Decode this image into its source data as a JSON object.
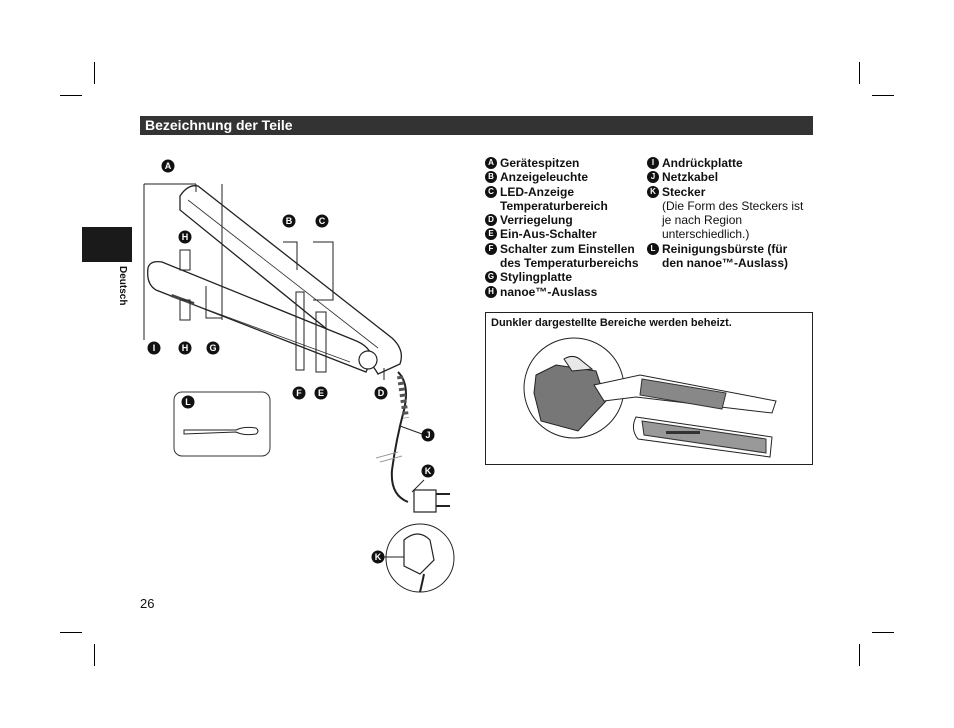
{
  "header": {
    "title": "Bezeichnung der Teile"
  },
  "side_tab": {
    "label": "Deutsch"
  },
  "page_number": "26",
  "parts_left": [
    {
      "letter": "A",
      "label": "Gerätespitzen"
    },
    {
      "letter": "B",
      "label": "Anzeigeleuchte"
    },
    {
      "letter": "C",
      "label": "LED-Anzeige",
      "label2": "Temperaturbereich"
    },
    {
      "letter": "D",
      "label": "Verriegelung"
    },
    {
      "letter": "E",
      "label": "Ein-Aus-Schalter"
    },
    {
      "letter": "F",
      "label": "Schalter zum Einstellen",
      "label2": "des Temperaturbereichs"
    },
    {
      "letter": "G",
      "label": "Stylingplatte"
    },
    {
      "letter": "H",
      "label": "nanoe™-Auslass"
    }
  ],
  "parts_right": [
    {
      "letter": "I",
      "label": "Andrückplatte"
    },
    {
      "letter": "J",
      "label": "Netzkabel"
    },
    {
      "letter": "K",
      "label": "Stecker",
      "note1": "(Die Form des Steckers ist",
      "note2": "je nach Region",
      "note3": "unterschiedlich.)"
    },
    {
      "letter": "L",
      "label": "Reinigungsbürste (für",
      "label2": "den nanoe™-Auslass)"
    }
  ],
  "heat_note": "Dunkler dargestellte Bereiche werden beheizt.",
  "diagram_labels": {
    "a": "A",
    "b": "B",
    "c": "C",
    "d": "D",
    "e": "E",
    "f": "F",
    "g": "G",
    "h": "H",
    "i": "I",
    "j": "J",
    "k": "K",
    "l": "L"
  }
}
